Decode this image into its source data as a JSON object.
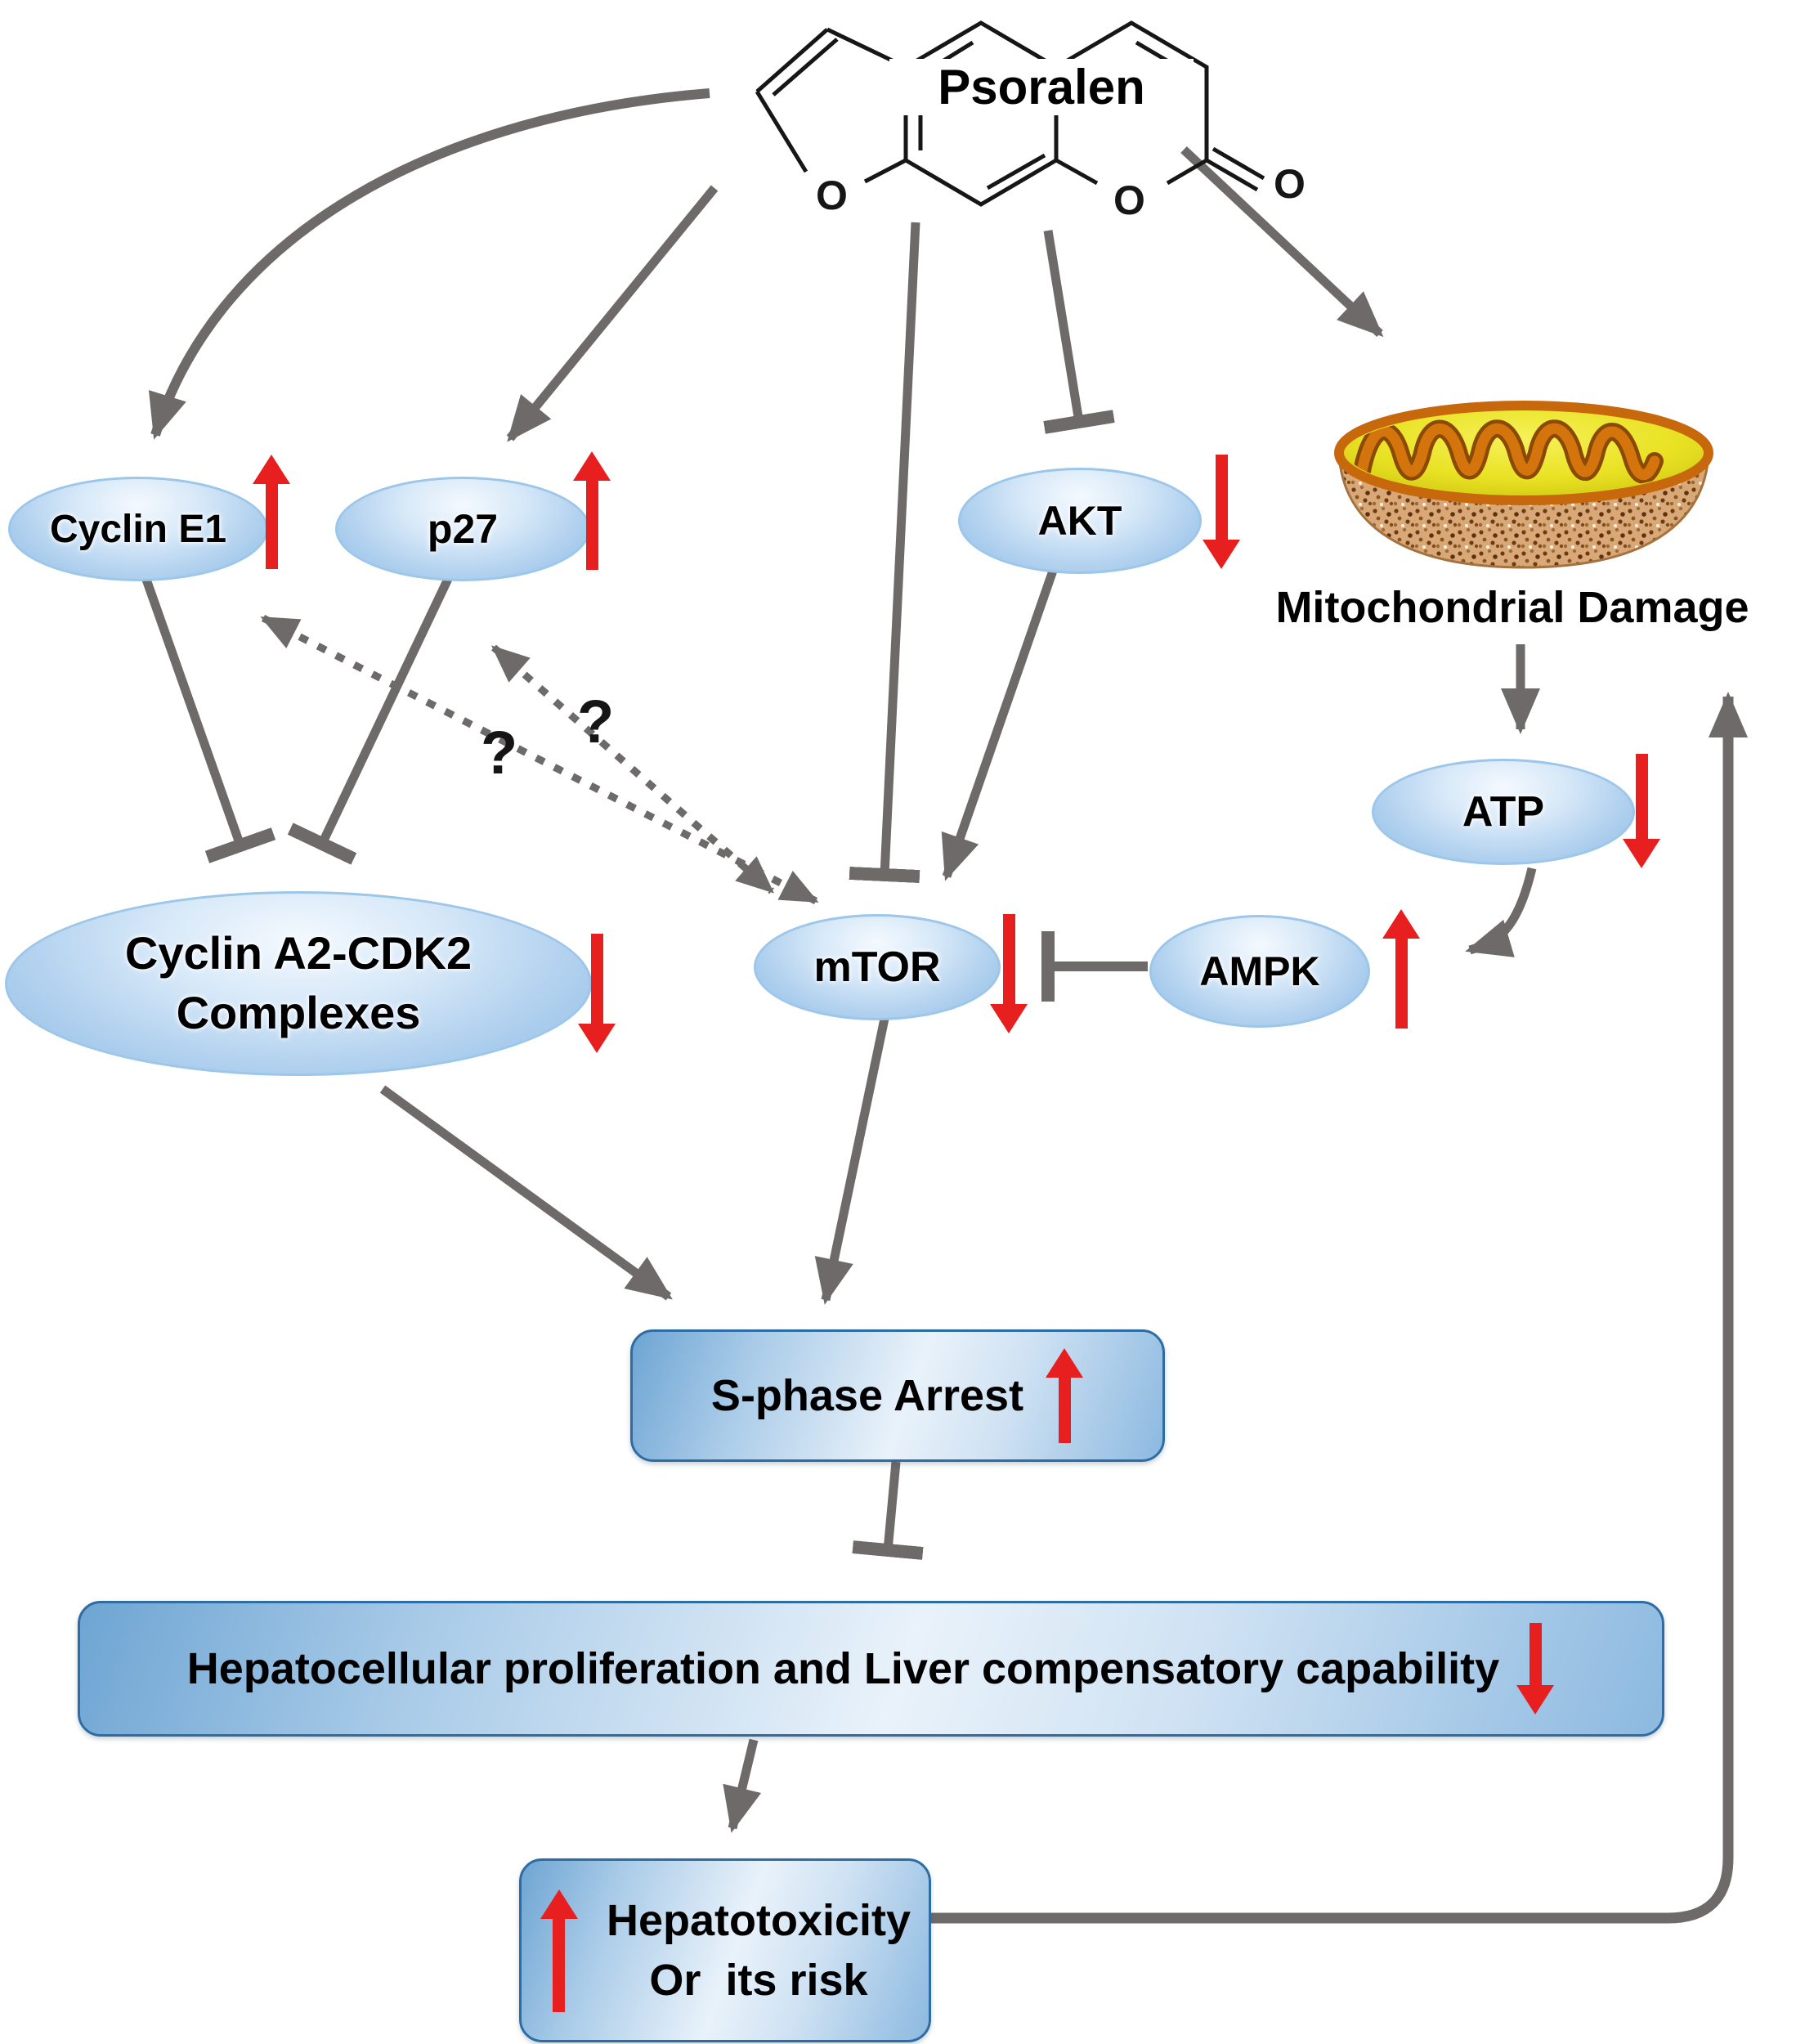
{
  "compound": {
    "label": "Psoralen"
  },
  "nodes": {
    "cyclin_e1": {
      "label": "Cyclin E1",
      "trend": "up"
    },
    "p27": {
      "label": "p27",
      "trend": "up"
    },
    "akt": {
      "label": "AKT",
      "trend": "down"
    },
    "mitochondrial_damage": {
      "label": "Mitochondrial Damage"
    },
    "atp": {
      "label": "ATP",
      "trend": "down"
    },
    "ampk": {
      "label": "AMPK",
      "trend": "up"
    },
    "mtor": {
      "label": "mTOR",
      "trend": "down"
    },
    "cyclin_a2_cdk2": {
      "label_line1": "Cyclin A2-CDK2",
      "label_line2": "Complexes",
      "trend": "down"
    },
    "s_phase_arrest": {
      "label": "S-phase Arrest",
      "trend": "up"
    },
    "hepatocellular": {
      "label": "Hepatocellular proliferation and Liver compensatory capability",
      "trend": "down"
    },
    "hepatotoxicity": {
      "label_line1": "Hepatotoxicity",
      "label_line2": "Or  its risk",
      "trend": "up"
    }
  },
  "annotations": {
    "question_left": "?",
    "question_right": "?"
  },
  "colors": {
    "accent_red": "#e81f1f",
    "connector_gray": "#6f6a6a",
    "box_border": "#2e6da4",
    "node_fill": "#b3d2ef",
    "mito_rim": "#c8680c",
    "mito_matrix": "#e9e63a",
    "mito_body": "#d3a272",
    "text": "#000000"
  }
}
